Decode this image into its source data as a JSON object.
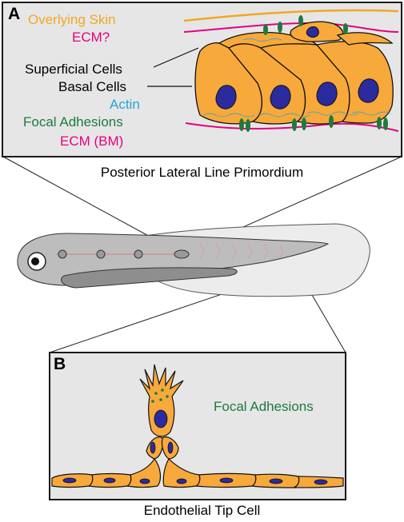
{
  "panel_a": {
    "letter": "A",
    "labels": {
      "overlying_skin": "Overlying Skin",
      "ecm_question": "ECM?",
      "superficial_cells": "Superficial Cells",
      "basal_cells": "Basal Cells",
      "actin": "Actin",
      "focal_adhesions": "Focal Adhesions",
      "ecm_bm": "ECM (BM)"
    },
    "caption": "Posterior Lateral Line Primordium"
  },
  "panel_b": {
    "letter": "B",
    "label": "Focal Adhesions",
    "caption": "Endothelial Tip Cell"
  },
  "colors": {
    "skin": "#f5a623",
    "ecm": "#e6007e",
    "actin": "#29a3d6",
    "focal_adhesion": "#1e7a3c",
    "cell_fill": "#f7a93b",
    "nucleus": "#2b2b9e",
    "panel_bg": "#e6e6e6"
  }
}
